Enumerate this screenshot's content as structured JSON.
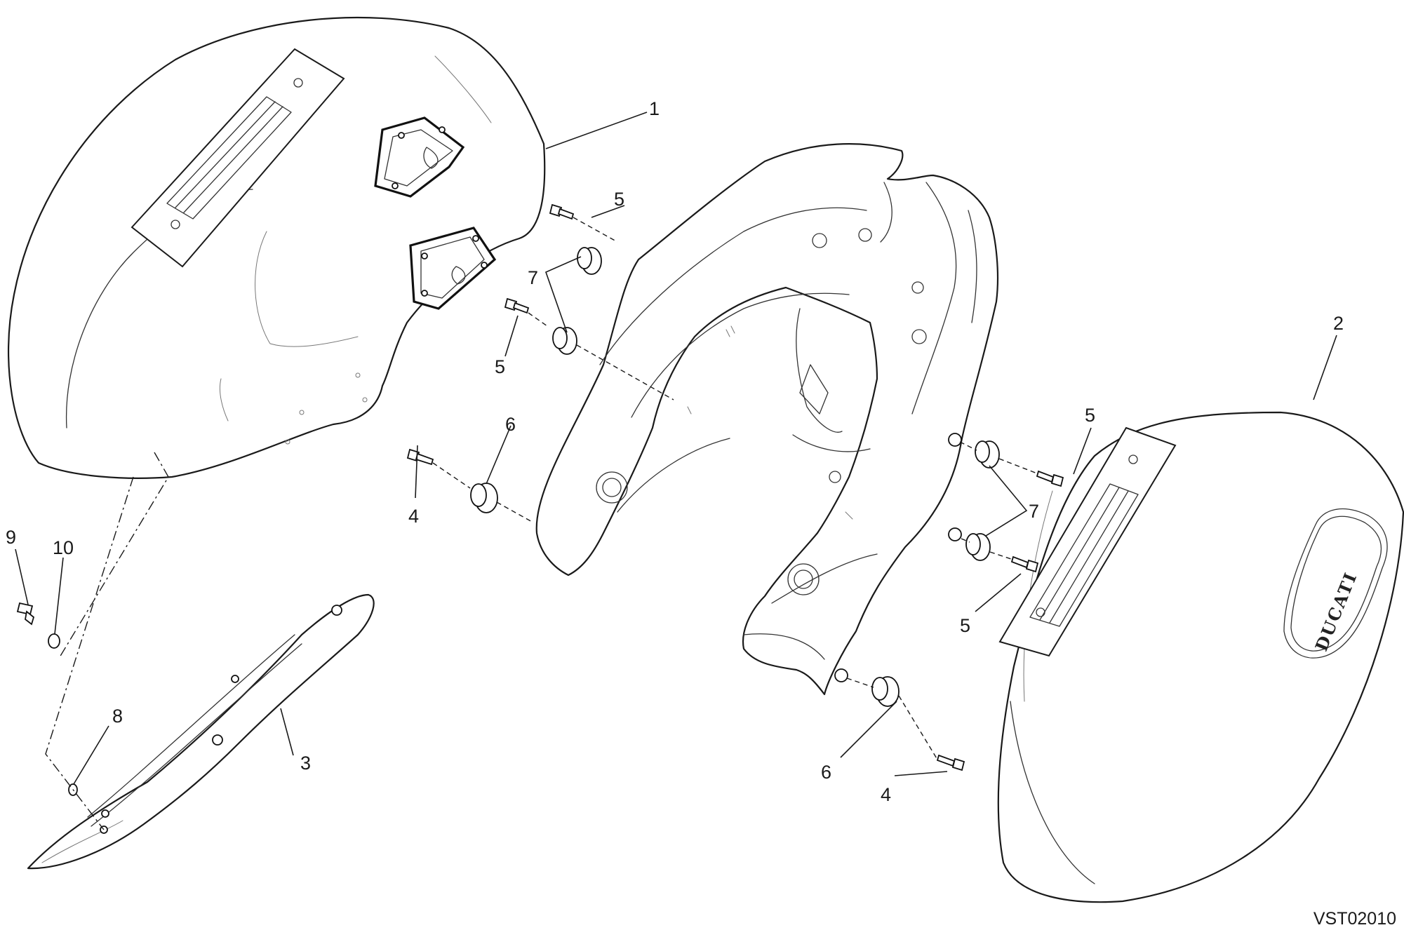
{
  "diagram": {
    "reference_code": "VST02010",
    "brand_logo": "DUCATI",
    "callouts": [
      "1",
      "2",
      "3",
      "4",
      "5",
      "6",
      "7",
      "8",
      "9",
      "10"
    ]
  }
}
